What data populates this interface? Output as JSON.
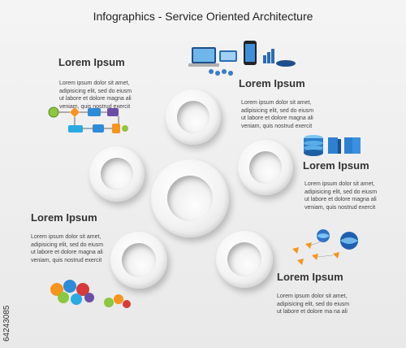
{
  "title": "Infographics - Service Oriented Architecture",
  "blocks": [
    {
      "heading": "Lorem Ipsum",
      "body": "Lorem ipsum dolor sit amet,\nadipisicing elit, sed do eiusm\nut labore et dolore magna ali\nveniam, quis nostrud exercit"
    },
    {
      "heading": "Lorem Ipsum",
      "body": "Lorem ipsum dolor sit amet,\nadipisicing elit, sed do eiusm\nut labore et dolore magna ali\nveniam, quis nostrud exercit"
    },
    {
      "heading": "Lorem Ipsum",
      "body": "Lorem ipsum dolor sit amet,\nadipisicing elit, sed do eiusm\nut labore et dolore magna ali\nveniam, quis nostrud exercit"
    },
    {
      "heading": "Lorem Ipsum",
      "body": "Lorem ipsum dolor sit amet,\nadipisicing elit, sed do eiusm\nut labore et dolore magna ali\nveniam, quis nostrud exercit"
    },
    {
      "heading": "Lorem Ipsum",
      "body": "Lorem ipsum dolor sit amet,\nadipisicing elit, sed do eiusm\nut labore et dolore ma na ali"
    }
  ],
  "stock_id": "64243085",
  "icons": [
    "flowchart-icon",
    "devices-network-icon",
    "database-server-icon",
    "puzzle-gears-icon",
    "globe-network-icon"
  ]
}
